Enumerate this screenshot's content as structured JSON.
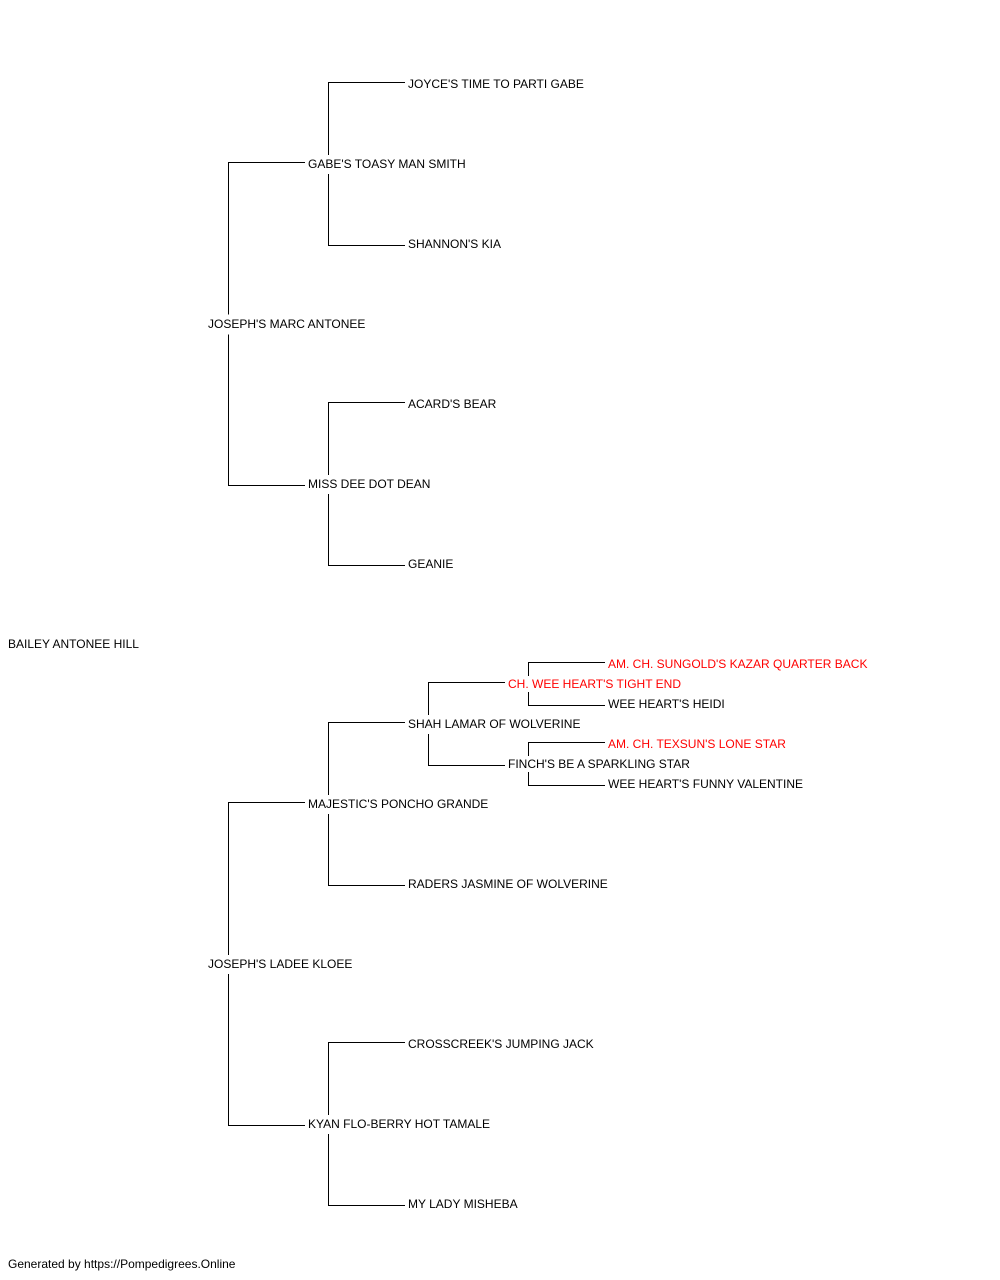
{
  "colors": {
    "text": "#000000",
    "champion": "#ff0000",
    "line": "#000000"
  },
  "pedigree": {
    "subject": {
      "name": "BAILEY ANTONEE HILL"
    },
    "sire": {
      "name": "JOSEPH'S MARC ANTONEE",
      "sire": {
        "name": "GABE'S TOASY MAN SMITH",
        "sire": {
          "name": "JOYCE'S TIME TO PARTI GABE"
        },
        "dam": {
          "name": "SHANNON'S KIA"
        }
      },
      "dam": {
        "name": "MISS DEE DOT DEAN",
        "sire": {
          "name": "ACARD'S BEAR"
        },
        "dam": {
          "name": "GEANIE"
        }
      }
    },
    "dam": {
      "name": "JOSEPH'S LADEE KLOEE",
      "sire": {
        "name": "MAJESTIC'S PONCHO GRANDE",
        "sire": {
          "name": "SHAH LAMAR OF WOLVERINE",
          "sire": {
            "name": "CH. WEE HEART'S TIGHT END",
            "champion": true,
            "sire": {
              "name": "AM. CH. SUNGOLD'S KAZAR QUARTER BACK",
              "champion": true
            },
            "dam": {
              "name": "WEE HEART'S HEIDI"
            }
          },
          "dam": {
            "name": "FINCH'S BE A SPARKLING STAR",
            "sire": {
              "name": "AM. CH. TEXSUN'S LONE STAR",
              "champion": true
            },
            "dam": {
              "name": "WEE HEART'S FUNNY VALENTINE"
            }
          }
        },
        "dam": {
          "name": "RADERS JASMINE OF WOLVERINE"
        }
      },
      "dam": {
        "name": "KYAN FLO-BERRY HOT TAMALE",
        "sire": {
          "name": "CROSSCREEK'S JUMPING JACK"
        },
        "dam": {
          "name": "MY LADY MISHEBA"
        }
      }
    }
  },
  "footer": {
    "text": "Generated by https://Pompedigrees.Online"
  }
}
